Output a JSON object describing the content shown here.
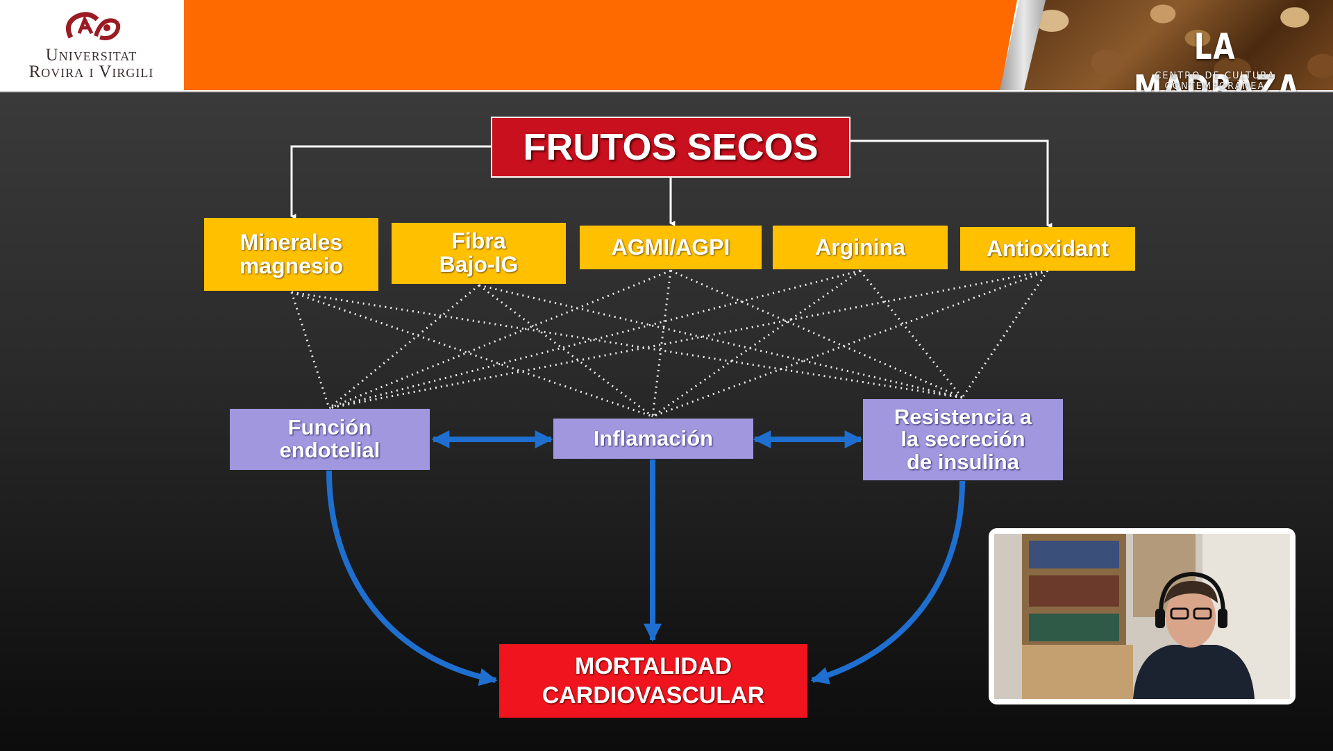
{
  "header": {
    "university": {
      "line1": "Universitat",
      "line2": "Rovira i Virgili"
    },
    "brand": {
      "title": "LA MADRAZA",
      "subtitle": "CENTRO DE CULTURA CONTEMPORÁNEA"
    }
  },
  "diagram": {
    "title": "FRUTOS SECOS",
    "components": [
      {
        "line1": "Minerales",
        "line2": "magnesio"
      },
      {
        "line1": "Fibra",
        "line2": "Bajo-IG"
      },
      {
        "line1": "AGMI/AGPI",
        "line2": ""
      },
      {
        "line1": "Arginina",
        "line2": ""
      },
      {
        "line1": "Antioxidant",
        "line2": ""
      }
    ],
    "mechanisms": [
      {
        "line1": "Función",
        "line2": "endotelial",
        "line3": ""
      },
      {
        "line1": "Inflamación",
        "line2": "",
        "line3": ""
      },
      {
        "line1": "Resistencia a",
        "line2": "la secreción",
        "line3": "de insulina"
      }
    ],
    "outcome": {
      "line1": "MORTALIDAD",
      "line2": "CARDIOVASCULAR"
    }
  },
  "colors": {
    "header_orange": "#ff6a00",
    "title_red": "#c8101e",
    "outcome_red": "#f0141e",
    "component_yellow": "#ffc000",
    "mechanism_purple": "#a097df",
    "arrow_blue": "#1e6fd0"
  },
  "webcam": {
    "icon": "presenter-video-feed"
  }
}
